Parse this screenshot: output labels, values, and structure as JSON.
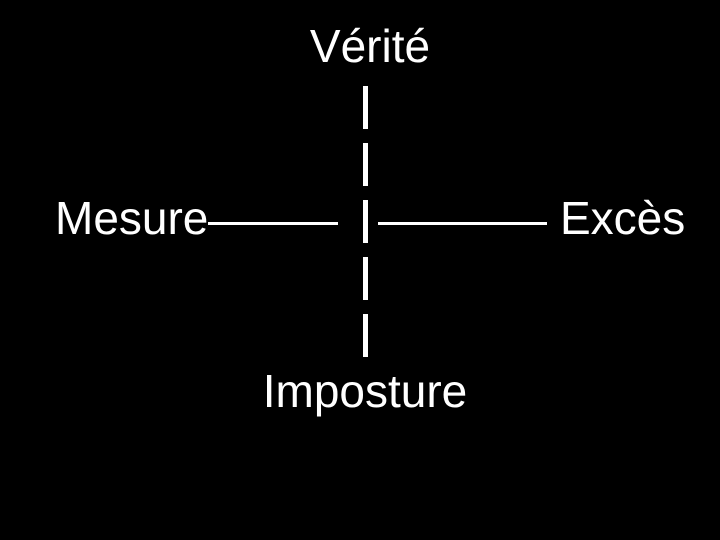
{
  "diagram": {
    "background_color": "#000000",
    "text_color": "#ffffff",
    "labels": {
      "top": "Vérité",
      "bottom": "Imposture",
      "left": "Mesure",
      "right": "Excès"
    },
    "axes": {
      "vertical": {
        "style": "dashed",
        "from_label": "Vérité",
        "to_label": "Imposture"
      },
      "horizontal": {
        "style": "solid",
        "from_label": "Mesure",
        "to_label": "Excès"
      }
    }
  }
}
